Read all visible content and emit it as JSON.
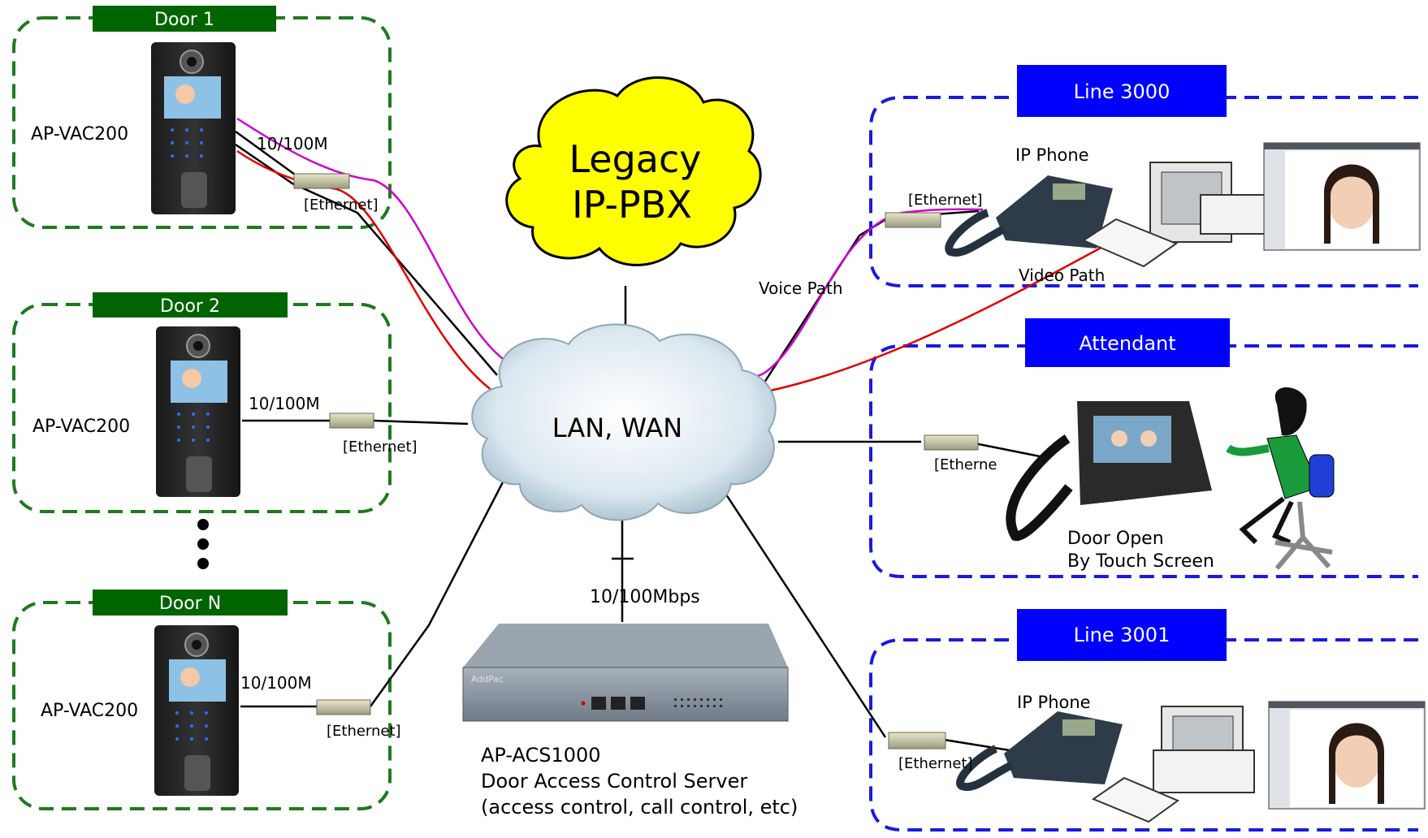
{
  "groups": {
    "door1": {
      "title": "Door 1",
      "device": "AP-VAC200",
      "speed": "10/100M",
      "ethernet": "[Ethernet]"
    },
    "door2": {
      "title": "Door 2",
      "device": "AP-VAC200",
      "speed": "10/100M",
      "ethernet": "[Ethernet]"
    },
    "doorN": {
      "title": "Door N",
      "device": "AP-VAC200",
      "speed": "10/100M",
      "ethernet": "[Ethernet]"
    },
    "line3000": {
      "title": "Line 3000",
      "phone": "IP Phone",
      "ethernet": "[Ethernet]"
    },
    "attendant": {
      "title": "Attendant",
      "ethernet": "[Etherne",
      "caption_line1": "Door Open",
      "caption_line2": "By Touch Screen"
    },
    "line3001": {
      "title": "Line 3001",
      "phone": "IP Phone",
      "ethernet": "[Ethernet]"
    }
  },
  "network": {
    "pbx_line1": "Legacy",
    "pbx_line2": "IP-PBX",
    "cloud": "LAN, WAN",
    "voice_path": "Voice Path",
    "video_path": "Video Path",
    "server_speed": "10/100Mbps"
  },
  "server": {
    "model": "AP-ACS1000",
    "name": "Door Access Control Server",
    "desc": "(access control, call control, etc)",
    "brand": "AddPac"
  },
  "colors": {
    "door_group": "#1f7a1f",
    "door_title_bg": "#006400",
    "line_group": "#1a1adf",
    "line_title_bg": "#0000ff",
    "pbx_cloud": "#ffff00",
    "voice_path": "#cc00cc",
    "video_path": "#e00000"
  }
}
